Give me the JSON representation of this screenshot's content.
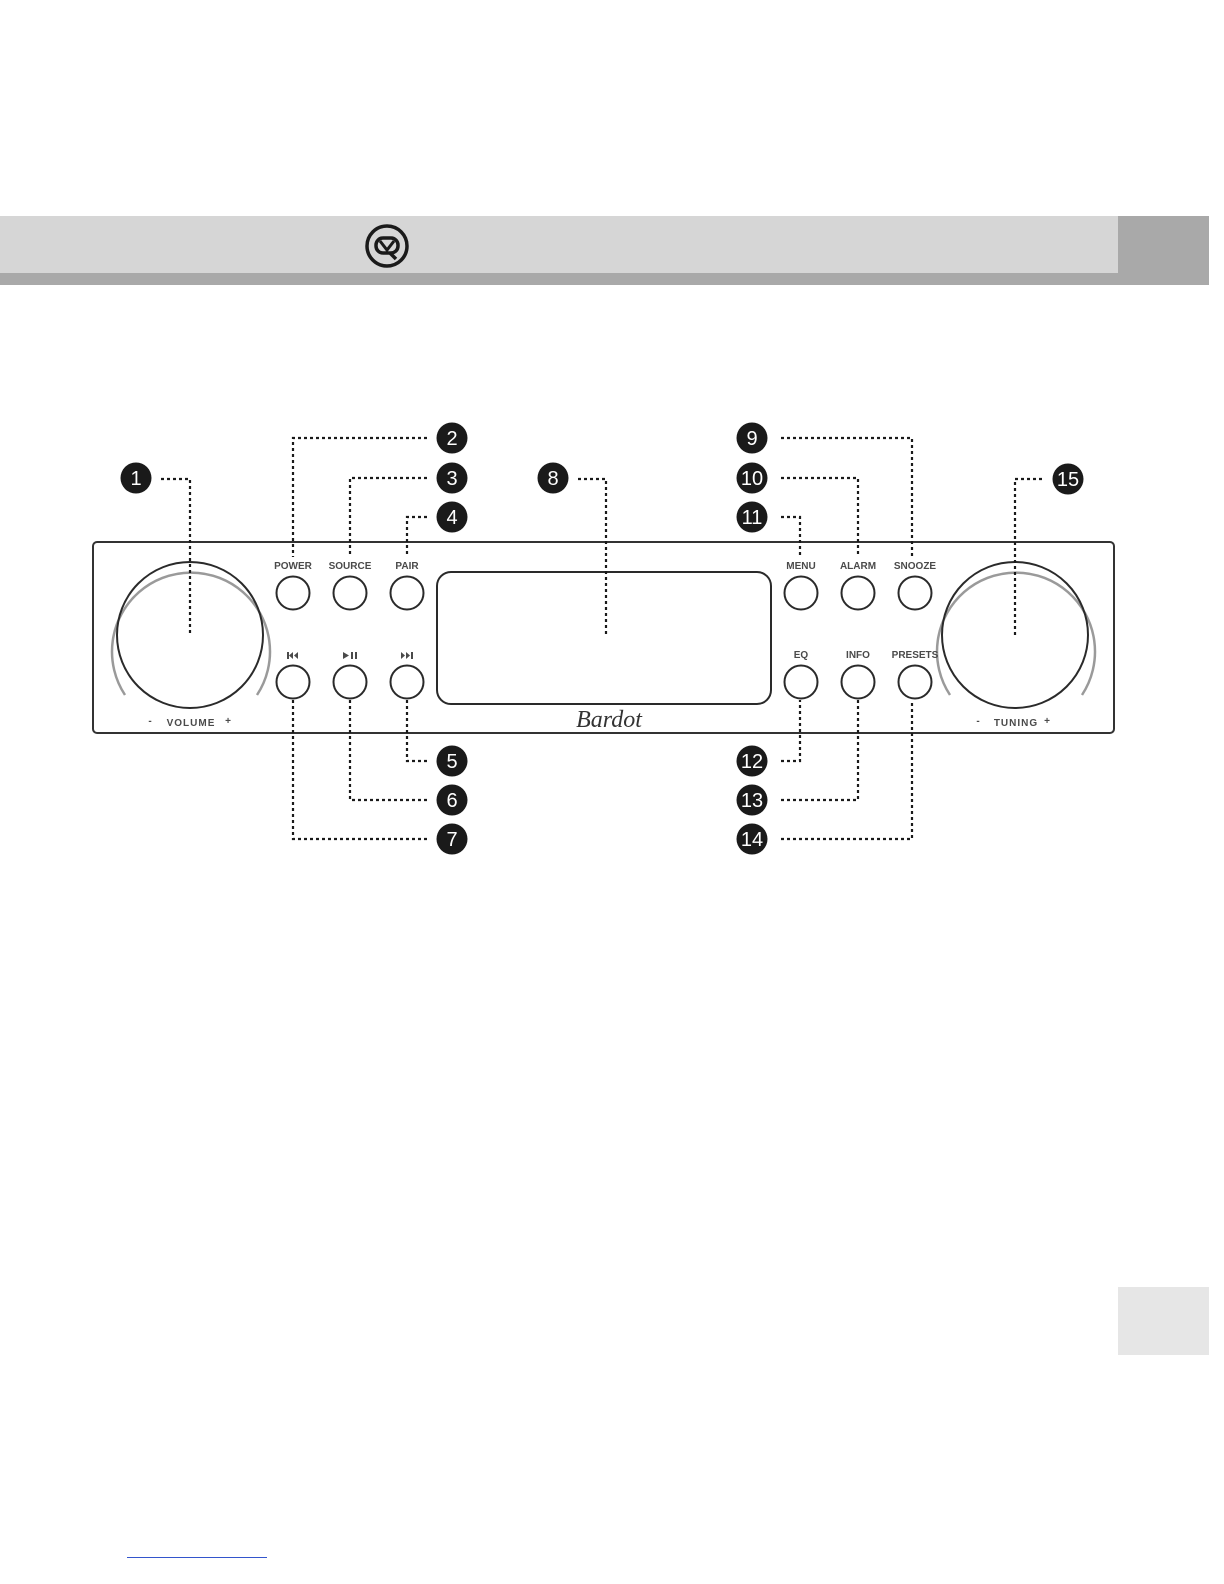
{
  "header": {
    "logo_icon": "vq-logo-icon"
  },
  "device": {
    "brand": "Bardot",
    "buttons_top": [
      "POWER",
      "SOURCE",
      "PAIR",
      "MENU",
      "ALARM",
      "SNOOZE"
    ],
    "buttons_bottom_right": [
      "EQ",
      "INFO",
      "PRESETS"
    ],
    "media_icons": [
      "previous-track-icon",
      "play-pause-icon",
      "next-track-icon"
    ],
    "volume_knob": {
      "minus": "-",
      "label": "VOLUME",
      "plus": "+"
    },
    "tuning_knob": {
      "minus": "-",
      "label": "TUNING",
      "plus": "+"
    }
  },
  "callouts": [
    "1",
    "2",
    "3",
    "4",
    "5",
    "6",
    "7",
    "8",
    "9",
    "10",
    "11",
    "12",
    "13",
    "14",
    "15"
  ],
  "colors": {
    "header_band": "#d6d6d6",
    "header_strip": "#a9a9a9",
    "callout_fill": "#1a1a1a",
    "outline": "#333333"
  }
}
